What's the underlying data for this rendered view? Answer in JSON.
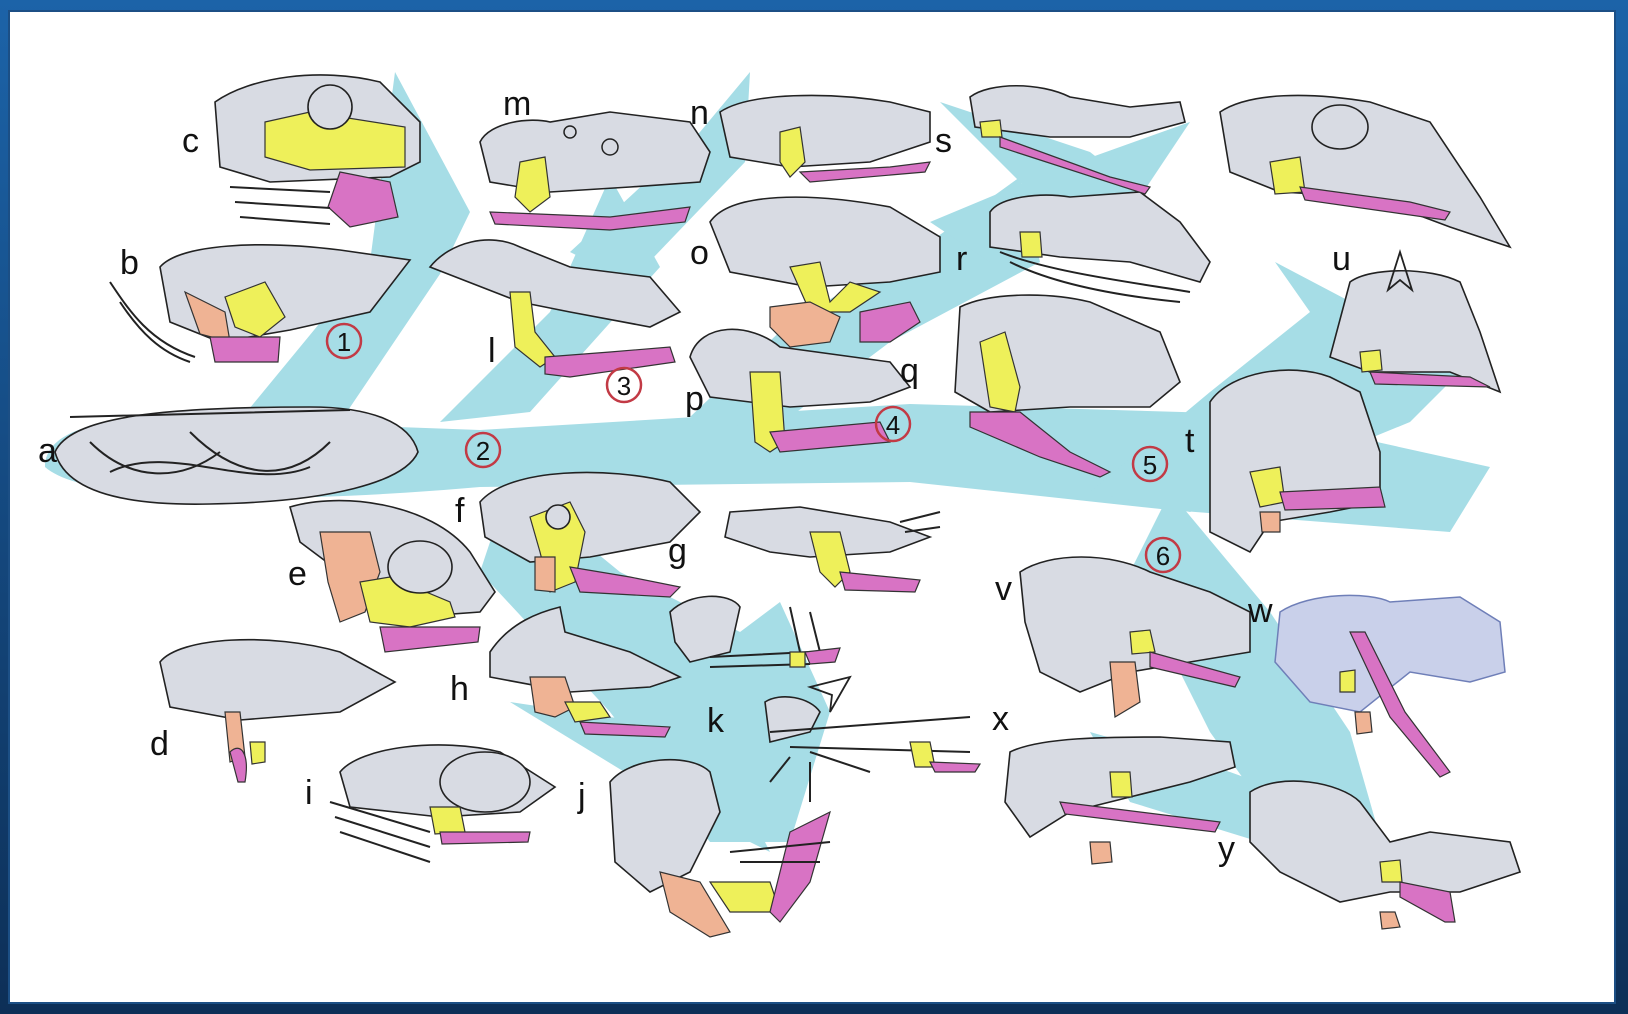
{
  "figure": {
    "specimen_labels": [
      "a",
      "b",
      "c",
      "d",
      "e",
      "f",
      "g",
      "h",
      "i",
      "j",
      "k",
      "l",
      "m",
      "n",
      "o",
      "p",
      "q",
      "r",
      "s",
      "t",
      "u",
      "v",
      "w",
      "x",
      "y"
    ],
    "node_numbers": [
      "1",
      "2",
      "3",
      "4",
      "5",
      "6"
    ]
  },
  "colors": {
    "background": "#ffffff",
    "tree": "#a6dde6",
    "skull": "#d8dbe3",
    "yellow_bone": "#eef05a",
    "pink_bone": "#d873c4",
    "orange_bone": "#efb394",
    "node_circle": "#c23a45"
  }
}
